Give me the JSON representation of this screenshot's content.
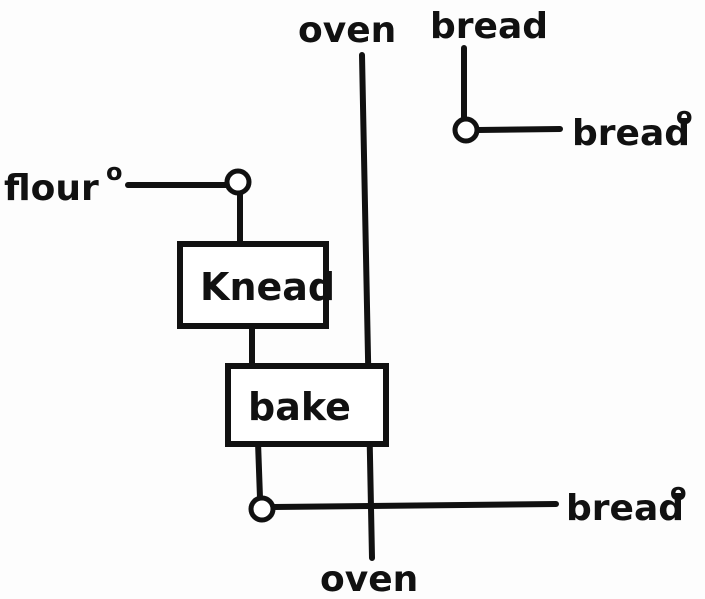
{
  "diagram": {
    "top_labels": {
      "oven": "oven",
      "bread": "bread"
    },
    "bottom_label": {
      "oven": "oven"
    },
    "inputs": {
      "flour": "flour",
      "flour_mark": "o"
    },
    "outputs": {
      "bread_top": "bread",
      "bread_top_mark": "o",
      "bread_bottom": "bread",
      "bread_bottom_mark": "o"
    },
    "boxes": {
      "knead": "Knead",
      "bake": "bake"
    }
  }
}
